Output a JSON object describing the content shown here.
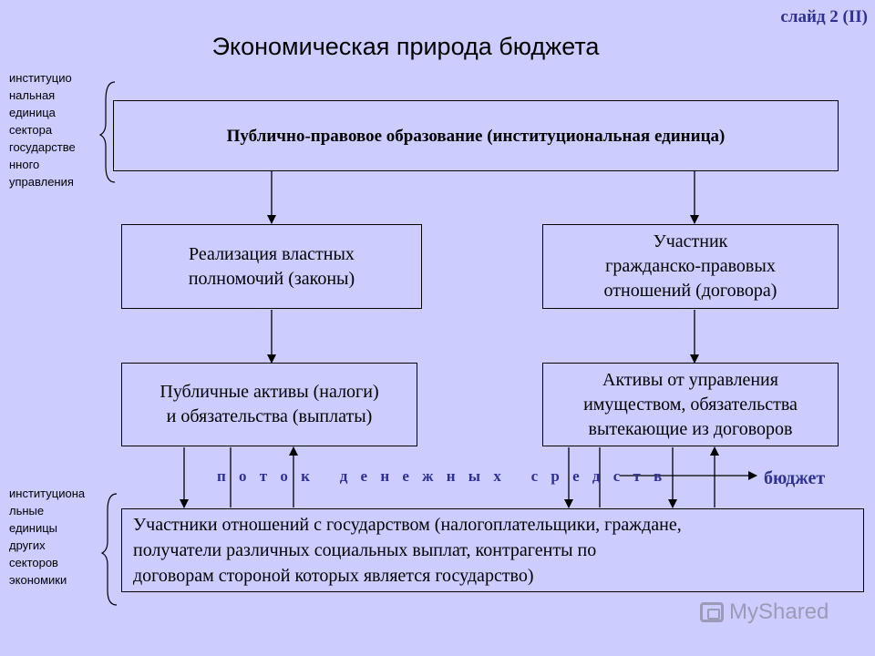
{
  "slide_number": "слайд 2 (II)",
  "title": "Экономическая природа бюджета",
  "side_labels": {
    "top": "институцио\nнальная\nединица\nсектора\nгосударстве\nнного\nуправления",
    "bottom": "институциона\nльные\nединицы\nдругих\nсекторов\nэкономики"
  },
  "boxes": {
    "top": "Публично-правовое образование (институциональная единица)",
    "mid_left": "Реализация властных\nполномочий (законы)",
    "mid_right": "Участник\nгражданско-правовых\nотношений  (договора)",
    "low_left": "Публичные активы (налоги)\nи обязательства (выплаты)",
    "low_right": "Активы от управления\nимуществом, обязательства\nвытекающие из договоров",
    "bottom": "Участники отношений с государством (налогоплательщики, граждане,\nполучатели различных социальных выплат, контрагенты по\nдоговорам стороной которых является государство)"
  },
  "flow_label": "п о т о к   д е н е ж н ы х   с р е д с т в",
  "budget_label": "бюджет",
  "watermark": "MyShared",
  "colors": {
    "background": "#ccccff",
    "accent": "#2e3192",
    "line": "#000000"
  }
}
